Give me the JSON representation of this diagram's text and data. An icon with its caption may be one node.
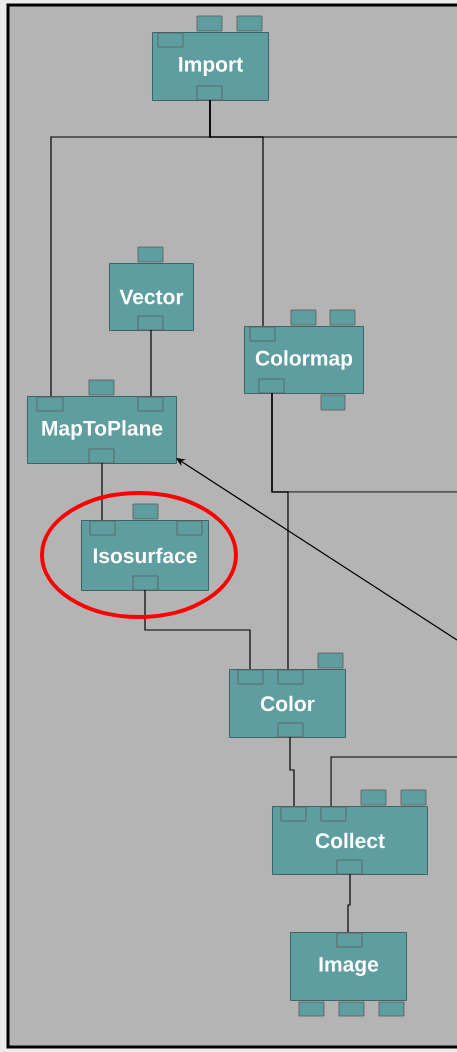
{
  "diagram": {
    "nodes": [
      {
        "text": [
          "Import"
        ]
      },
      {
        "text": [
          "Vector"
        ]
      },
      {
        "text": [
          "Colormap"
        ]
      },
      {
        "text": [
          "MapToPlane"
        ]
      },
      {
        "text": [
          "Isosurface"
        ]
      },
      {
        "text": [
          "Color"
        ]
      },
      {
        "text": [
          "Collect"
        ]
      },
      {
        "text": [
          "Image"
        ]
      }
    ],
    "edges": [
      {
        "from": 0,
        "to": 3,
        "arrow": "none"
      },
      {
        "from": 0,
        "to": 2,
        "arrow": "none"
      },
      {
        "from": 0,
        "to": null,
        "arrow": "none"
      },
      {
        "from": 1,
        "to": 3,
        "arrow": "none"
      },
      {
        "from": 3,
        "to": 4,
        "arrow": "none"
      },
      {
        "from": 4,
        "to": 5,
        "arrow": "none"
      },
      {
        "from": 2,
        "to": 5,
        "arrow": "none"
      },
      {
        "from": 2,
        "to": null,
        "arrow": "none"
      },
      {
        "from": null,
        "to": 3,
        "arrow": "to"
      },
      {
        "from": 5,
        "to": 6,
        "arrow": "none"
      },
      {
        "from": null,
        "to": 6,
        "arrow": "none"
      },
      {
        "from": 6,
        "to": 7,
        "arrow": "none"
      }
    ]
  }
}
